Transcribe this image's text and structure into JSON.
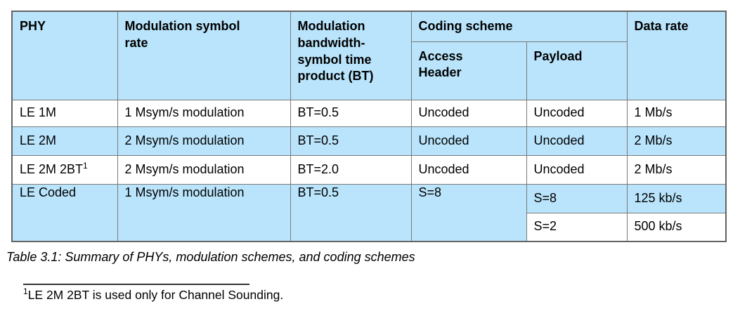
{
  "table": {
    "caption": "Table 3.1: Summary of PHYs, modulation schemes, and coding schemes",
    "header": {
      "phy": "PHY",
      "modulation_symbol_rate": "Modulation symbol\nrate",
      "modulation_bt": "Modulation\nbandwidth-\nsymbol time\nproduct (BT)",
      "coding_scheme": "Coding scheme",
      "access_header": "Access\nHeader",
      "payload": "Payload",
      "data_rate": "Data rate"
    },
    "rows": [
      {
        "phy": "LE 1M",
        "modulation": "1 Msym/s modulation",
        "bt": "BT=0.5",
        "access_header": "Uncoded",
        "payload": "Uncoded",
        "data_rate": "1 Mb/s"
      },
      {
        "phy": "LE 2M",
        "modulation": "2 Msym/s modulation",
        "bt": "BT=0.5",
        "access_header": "Uncoded",
        "payload": "Uncoded",
        "data_rate": "2 Mb/s"
      },
      {
        "phy": "LE 2M 2BT",
        "phy_footnote_marker": "1",
        "modulation": "2 Msym/s modulation",
        "bt": "BT=2.0",
        "access_header": "Uncoded",
        "payload": "Uncoded",
        "data_rate": "2 Mb/s"
      },
      {
        "phy": "LE Coded",
        "modulation": "1 Msym/s modulation",
        "bt": "BT=0.5",
        "access_header": "S=8",
        "payload": "S=8",
        "data_rate": "125 kb/s"
      },
      {
        "payload": "S=2",
        "data_rate": "500 kb/s"
      }
    ]
  },
  "footnote": {
    "marker": "1",
    "text": "LE 2M 2BT is used only for Channel Sounding."
  },
  "colors": {
    "highlight_blue": "#B9E4FB",
    "border_gray": "#7A7A7A"
  }
}
